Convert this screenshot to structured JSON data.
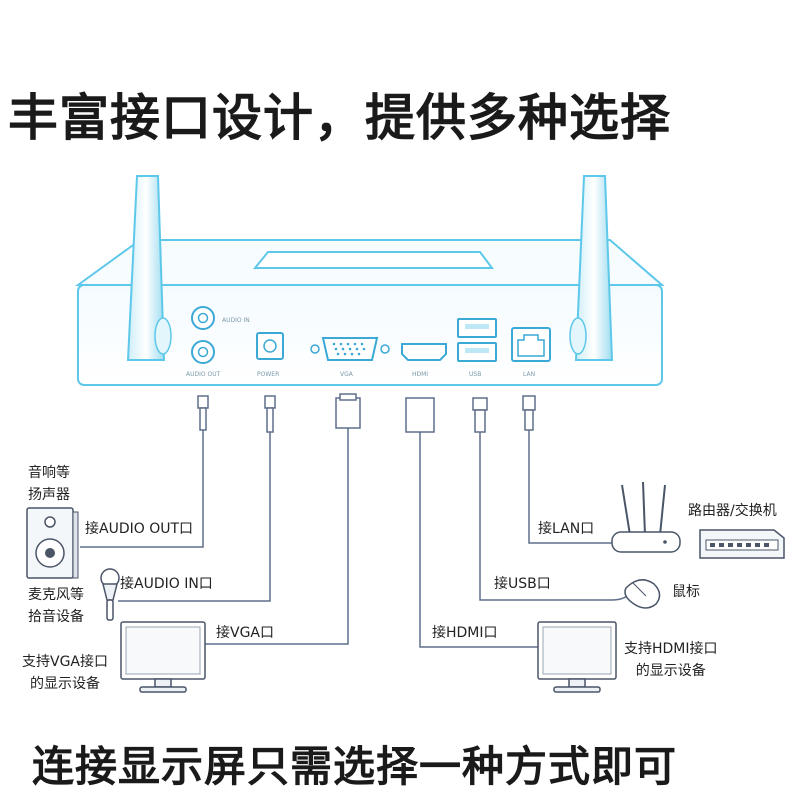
{
  "title": "丰富接口设计，提供多种选择",
  "footer": "连接显示屏只需选择一种方式即可",
  "device": {
    "ports": {
      "audio_in": "AUDIO IN",
      "audio_out": "AUDIO OUT",
      "power": "POWER",
      "vga": "VGA",
      "hdmi": "HDMI",
      "usb": "USB",
      "lan": "LAN"
    }
  },
  "connections": {
    "audio_out": "接AUDIO OUT口",
    "audio_in": "接AUDIO IN口",
    "vga": "接VGA口",
    "hdmi": "接HDMI口",
    "usb": "接USB口",
    "lan": "接LAN口"
  },
  "devices": {
    "speaker": "音响等\n扬声器",
    "microphone": "麦克风等\n拾音设备",
    "vga_display": "支持VGA接口\n的显示设备",
    "hdmi_display": "支持HDMI接口\n的显示设备",
    "mouse": "鼠标",
    "router": "路由器/交换机"
  },
  "colors": {
    "line": "#5e6f8a",
    "device_outline": "#4fc3e8",
    "text": "#1a1a1a"
  }
}
